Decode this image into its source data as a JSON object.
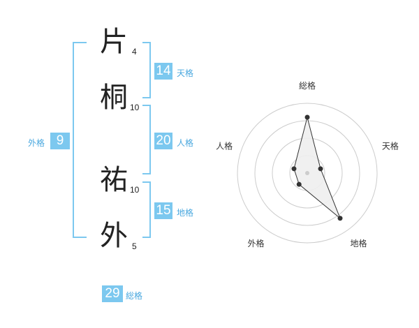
{
  "name": {
    "characters": [
      {
        "char": "片",
        "strokes": "4"
      },
      {
        "char": "桐",
        "strokes": "10"
      },
      {
        "char": "祐",
        "strokes": "10"
      },
      {
        "char": "外",
        "strokes": "5"
      }
    ]
  },
  "fortune": {
    "tenkaku": {
      "value": "14",
      "label": "天格"
    },
    "jinkaku": {
      "value": "20",
      "label": "人格"
    },
    "chikaku": {
      "value": "15",
      "label": "地格"
    },
    "gaikaku": {
      "value": "9",
      "label": "外格"
    },
    "soukaku": {
      "value": "29",
      "label": "総格"
    }
  },
  "radar": {
    "axes": [
      "総格",
      "天格",
      "地格",
      "外格",
      "人格"
    ],
    "values": [
      4,
      1,
      4,
      1,
      1
    ],
    "max": 5,
    "rings": 4,
    "colors": {
      "ring": "#cccccc",
      "fill": "#eeeeee",
      "line": "#333333",
      "point": "#333333",
      "center": "#cccccc"
    }
  }
}
